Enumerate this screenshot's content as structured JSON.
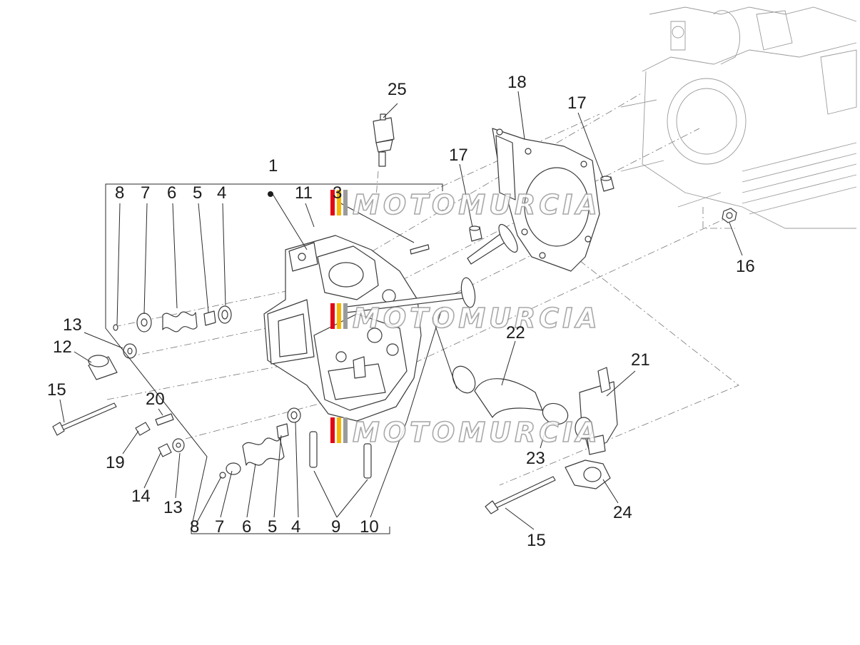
{
  "watermark": {
    "text": "MOTOMURCIA",
    "flag_colors": [
      "#e30613",
      "#f7b500",
      "#9b9b9b"
    ]
  },
  "callouts": [
    {
      "id": "c1",
      "text": "1"
    },
    {
      "id": "c4a",
      "text": "4"
    },
    {
      "id": "c5a",
      "text": "5"
    },
    {
      "id": "c6a",
      "text": "6"
    },
    {
      "id": "c7a",
      "text": "7"
    },
    {
      "id": "c8a",
      "text": "8"
    },
    {
      "id": "c11",
      "text": "11"
    },
    {
      "id": "c3",
      "text": "3"
    },
    {
      "id": "c25",
      "text": "25"
    },
    {
      "id": "c17a",
      "text": "17"
    },
    {
      "id": "c18",
      "text": "18"
    },
    {
      "id": "c17b",
      "text": "17"
    },
    {
      "id": "c16",
      "text": "16"
    },
    {
      "id": "c13a",
      "text": "13"
    },
    {
      "id": "c12",
      "text": "12"
    },
    {
      "id": "c15a",
      "text": "15"
    },
    {
      "id": "c20",
      "text": "20"
    },
    {
      "id": "c19",
      "text": "19"
    },
    {
      "id": "c14",
      "text": "14"
    },
    {
      "id": "c13b",
      "text": "13"
    },
    {
      "id": "c22",
      "text": "22"
    },
    {
      "id": "c21",
      "text": "21"
    },
    {
      "id": "c23",
      "text": "23"
    },
    {
      "id": "c24",
      "text": "24"
    },
    {
      "id": "c15b",
      "text": "15"
    },
    {
      "id": "c8b",
      "text": "8"
    },
    {
      "id": "c7b",
      "text": "7"
    },
    {
      "id": "c6b",
      "text": "6"
    },
    {
      "id": "c5b",
      "text": "5"
    },
    {
      "id": "c4b",
      "text": "4"
    },
    {
      "id": "c9",
      "text": "9"
    },
    {
      "id": "c10",
      "text": "10"
    }
  ]
}
